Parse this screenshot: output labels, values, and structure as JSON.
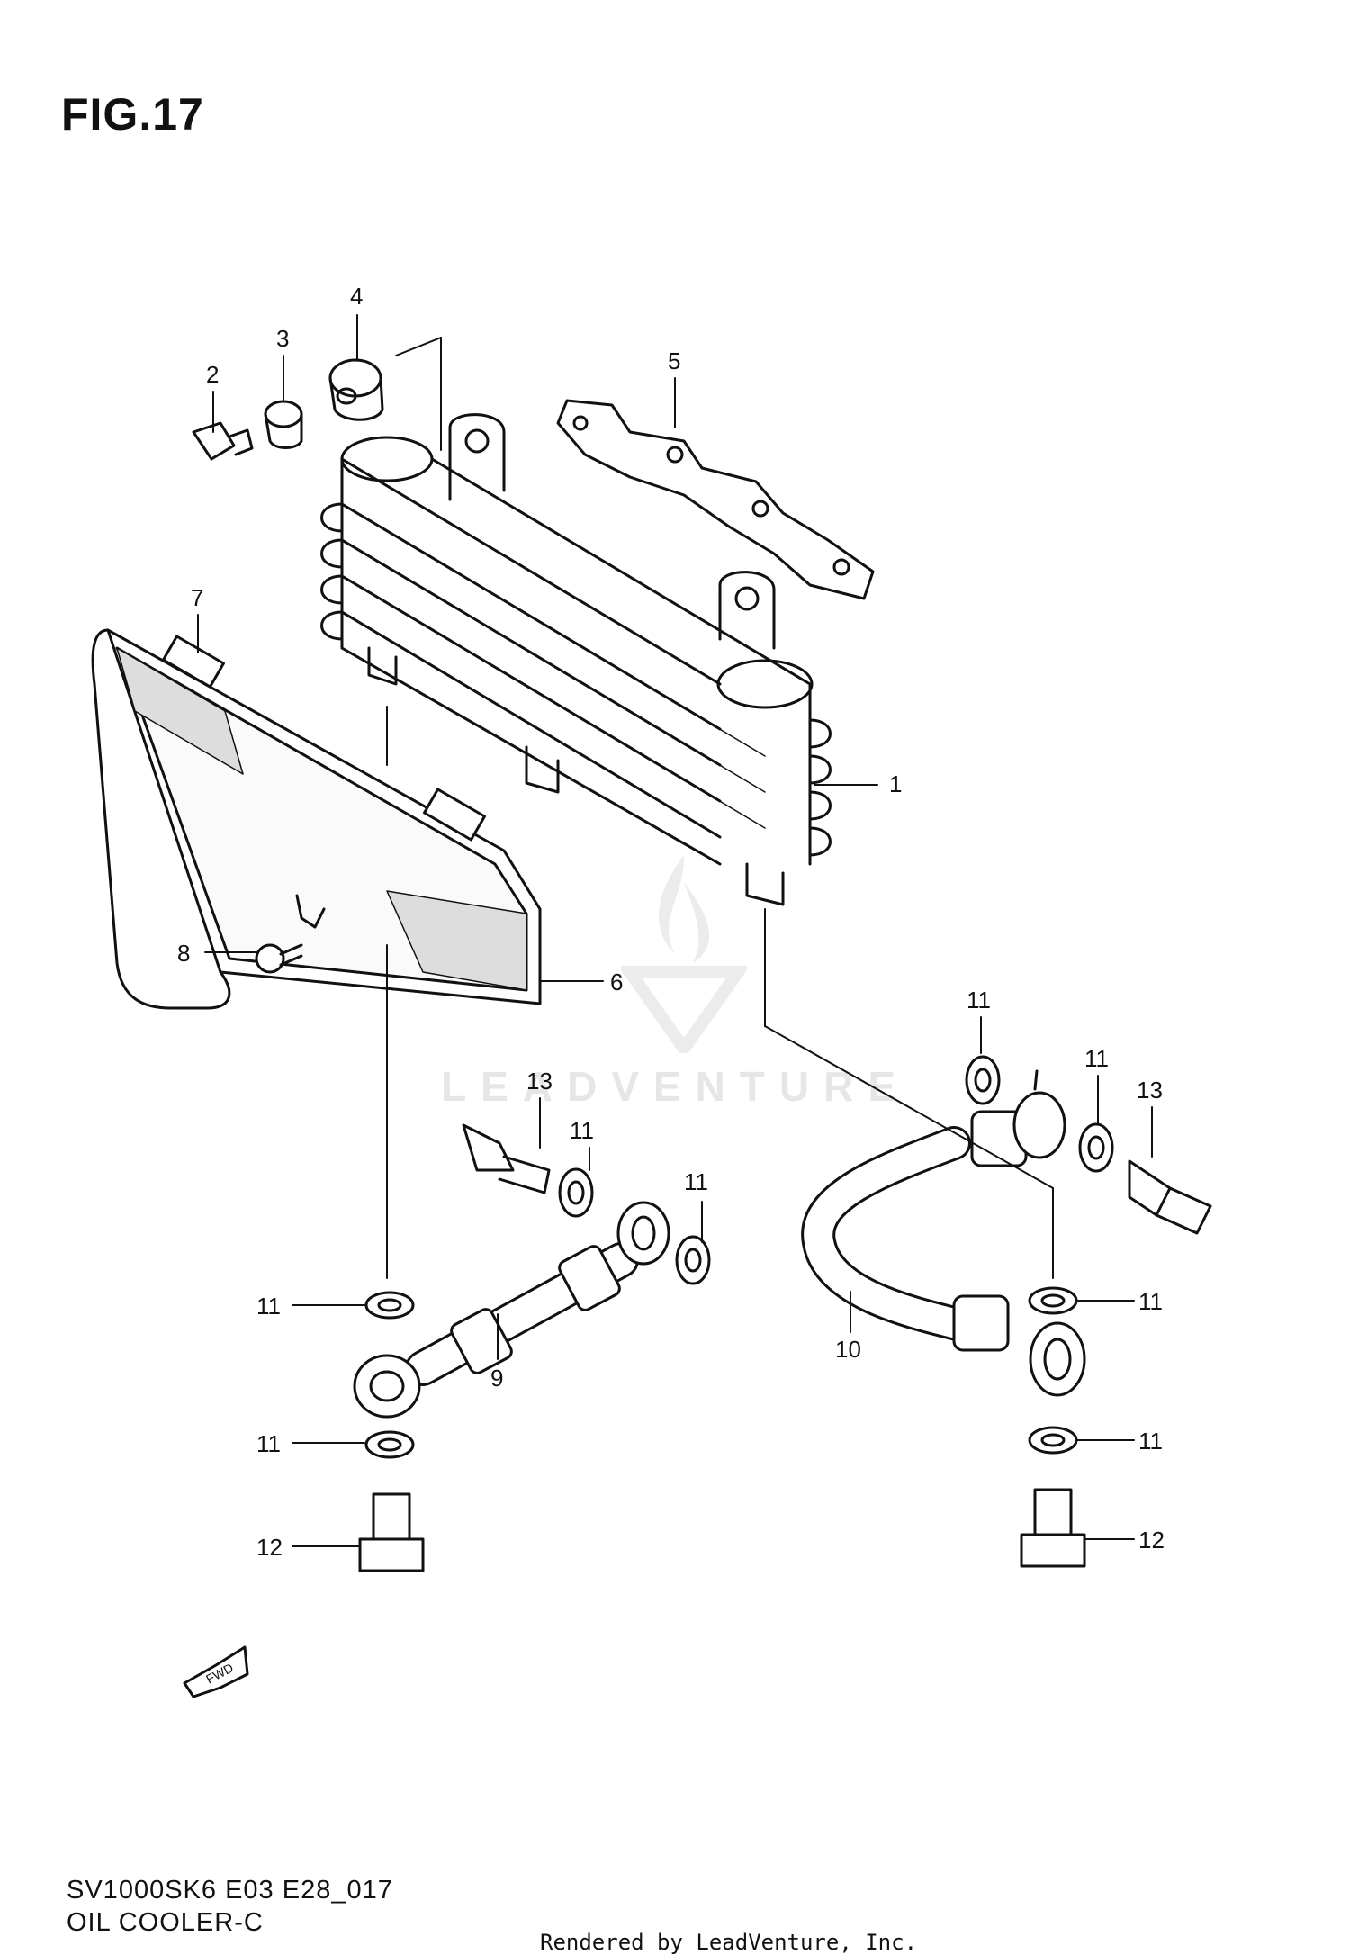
{
  "figure": {
    "title": "FIG.17",
    "code": "SV1000SK6 E03 E28_017",
    "name": "OIL COOLER-C"
  },
  "rendered_by": "Rendered by LeadVenture, Inc.",
  "watermark": "LEADVENTURE",
  "fwd_label": "FWD",
  "callouts": {
    "c1": "1",
    "c2": "2",
    "c3": "3",
    "c4": "4",
    "c5": "5",
    "c6": "6",
    "c7": "7",
    "c8": "8",
    "c9": "9",
    "c10": "10",
    "c11a": "11",
    "c11b": "11",
    "c11c": "11",
    "c11d": "11",
    "c11e": "11",
    "c11f": "11",
    "c11g": "11",
    "c11h": "11",
    "c12a": "12",
    "c12b": "12",
    "c13a": "13",
    "c13b": "13"
  }
}
